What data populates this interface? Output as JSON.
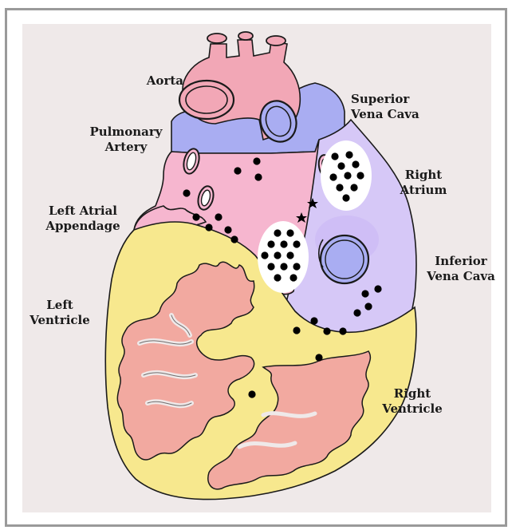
{
  "labels": {
    "aorta": "Aorta",
    "superior_vena_cava": [
      "Superior",
      "Vena Cava"
    ],
    "pulmonary_artery": [
      "Pulmonary",
      "Artery"
    ],
    "right_atrium": [
      "Right",
      "Atrium"
    ],
    "left_atrial_appendage": [
      "Left Atrial",
      "Appendage"
    ],
    "inferior_vena_cava": [
      "Inferior",
      "Vena Cava"
    ],
    "left_ventricle": [
      "Left",
      "Ventricle"
    ],
    "right_ventricle": [
      "Right",
      "Ventricle"
    ]
  },
  "colors": {
    "background": "#efe9e9",
    "left_atrium": "#f6b6cf",
    "right_atrium": "#d6c8f7",
    "vena_cava": "#a9adf2",
    "ventricles": "#f7e88e",
    "ventricle_lumen": "#f2a9a0",
    "vessel": "#f2a7b6",
    "marker": "#000000"
  }
}
